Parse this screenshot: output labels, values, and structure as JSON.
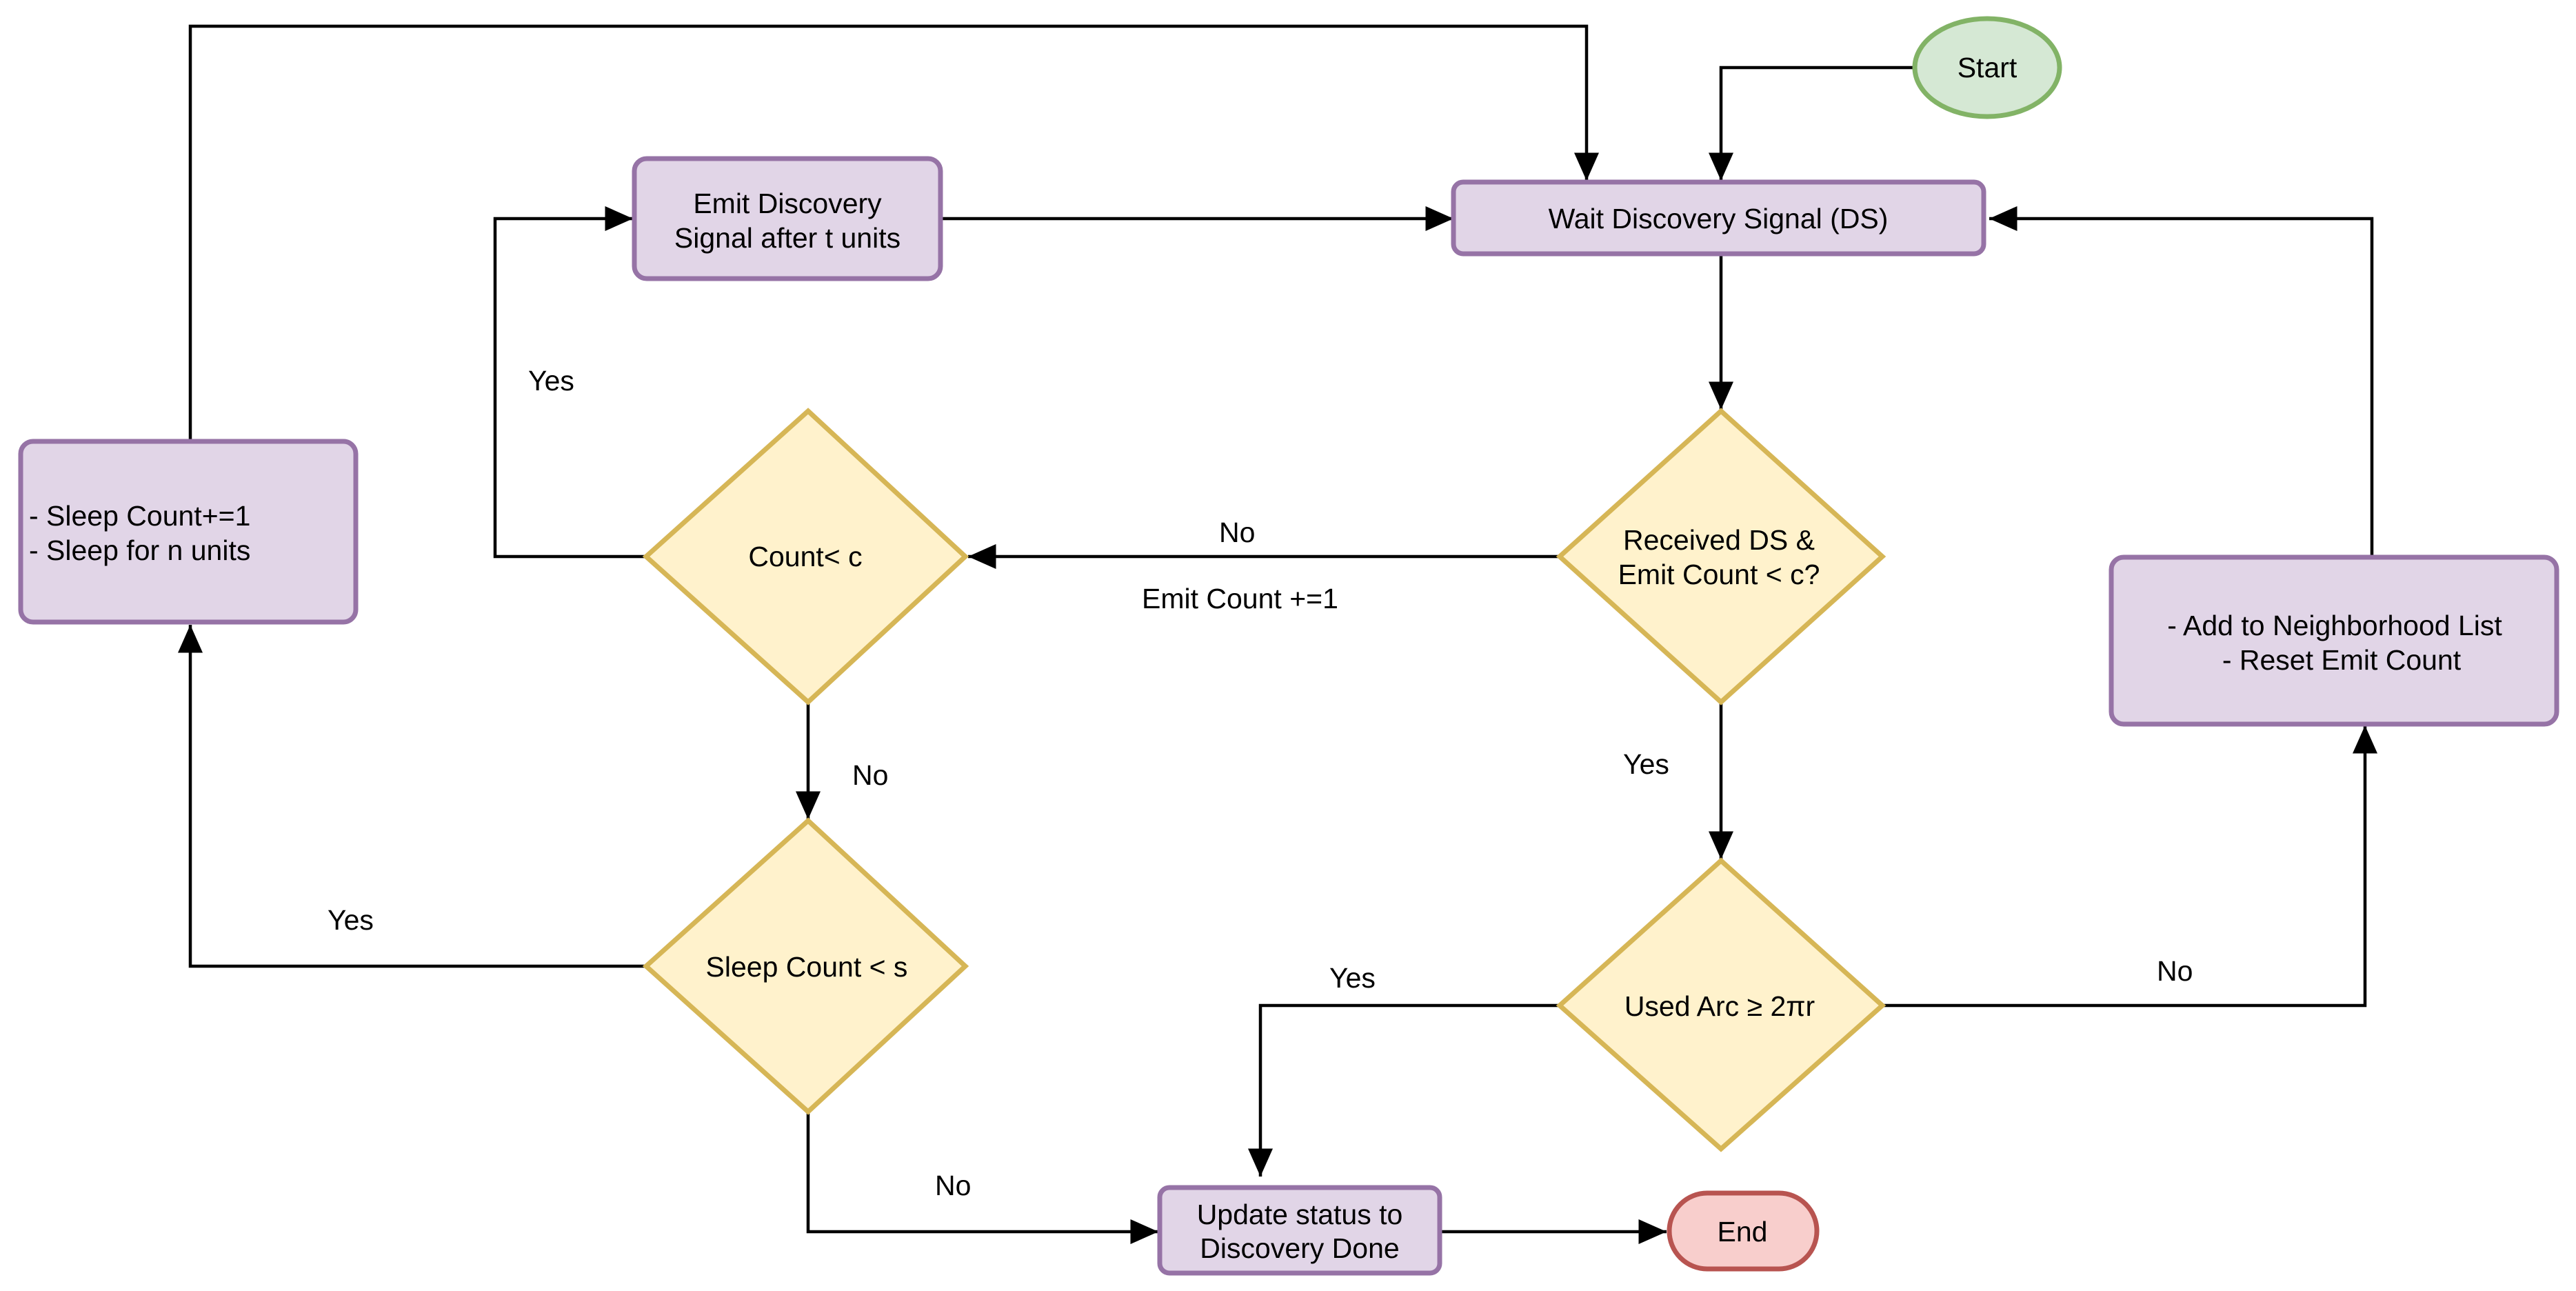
{
  "nodes": {
    "start": {
      "label": "Start",
      "shape": "terminal"
    },
    "wait_ds": {
      "label": "Wait Discovery Signal (DS)",
      "shape": "process"
    },
    "emit_ds": {
      "lines": [
        "Emit Discovery",
        "Signal after t units"
      ],
      "shape": "process"
    },
    "sleep_box": {
      "lines": [
        "- Sleep Count+=1",
        "- Sleep for n units"
      ],
      "shape": "process"
    },
    "count_c": {
      "label": "Count< c",
      "shape": "decision"
    },
    "received_ds": {
      "lines": [
        "Received DS &",
        "Emit Count < c?"
      ],
      "shape": "decision"
    },
    "sleep_count_s": {
      "label": "Sleep Count < s",
      "shape": "decision"
    },
    "used_arc": {
      "label": "Used Arc ≥ 2πr",
      "shape": "decision"
    },
    "neighborhood": {
      "lines": [
        "- Add to Neighborhood List",
        "- Reset Emit Count"
      ],
      "shape": "process"
    },
    "update_status": {
      "lines": [
        "Update status to",
        "Discovery Done"
      ],
      "shape": "process"
    },
    "end": {
      "label": "End",
      "shape": "terminal"
    }
  },
  "edge_labels": {
    "count_yes": "Yes",
    "received_no": "No",
    "emit_count_increment": "Emit Count +=1",
    "count_no": "No",
    "received_yes": "Yes",
    "sleep_yes": "Yes",
    "arc_yes": "Yes",
    "arc_no": "No",
    "sleep_no": "No"
  },
  "colors": {
    "process_fill": "#e1d5e7",
    "process_stroke": "#9673a6",
    "decision_fill": "#fff2cc",
    "decision_stroke": "#d6b656",
    "start_fill": "#d5e8d4",
    "start_stroke": "#82b366",
    "end_fill": "#f8cecc",
    "end_stroke": "#b85450",
    "edge": "#000000"
  }
}
